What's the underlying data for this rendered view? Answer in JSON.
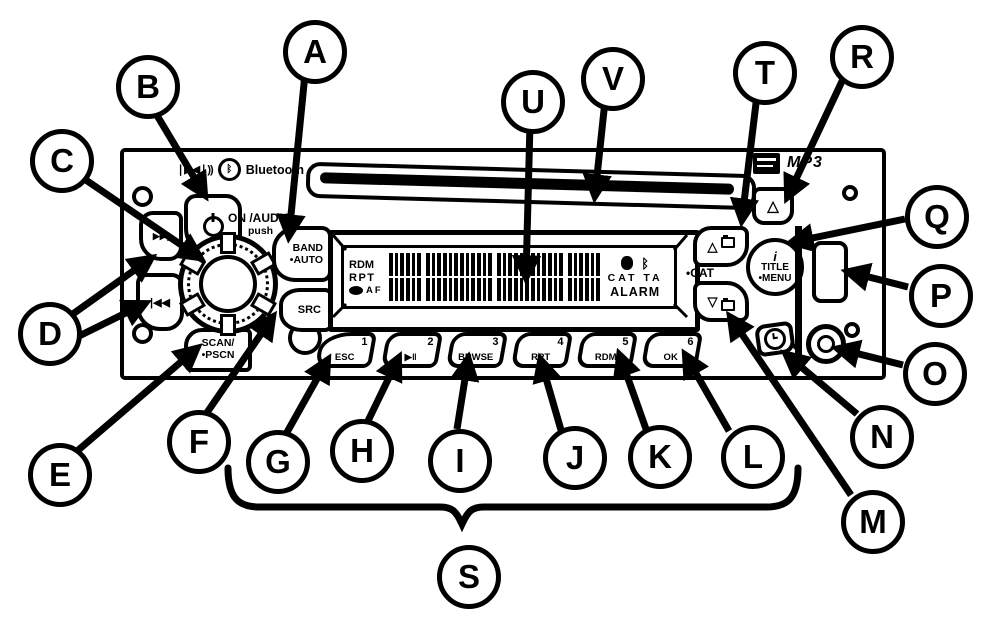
{
  "callouts": {
    "letters": [
      "A",
      "B",
      "C",
      "D",
      "E",
      "F",
      "G",
      "H",
      "I",
      "J",
      "K",
      "L",
      "M",
      "N",
      "O",
      "P",
      "Q",
      "R",
      "S",
      "T",
      "U",
      "V"
    ]
  },
  "top_left": {
    "audio_logo": "❘▶◀❘))",
    "bluetooth_symbol": "ᛒ",
    "bluetooth_label": "Bluetooth"
  },
  "knob": {
    "on_audio": "ON /AUDIO",
    "push": "push"
  },
  "left_buttons": {
    "seek_up": "▶▶|",
    "seek_down": "|◀◀",
    "scan_line1": "SCAN/",
    "scan_line2": "•PSCN"
  },
  "center_buttons": {
    "band_line1": "BAND",
    "band_line2": "•AUTO",
    "src": "SRC"
  },
  "display": {
    "rdm": "RDM",
    "rpt": "RPT",
    "af": "AF",
    "bluetooth_symbol": "ᛒ",
    "cat": "CAT",
    "ta": "TA",
    "alarm": "ALARM"
  },
  "presets": [
    {
      "num": "1",
      "label": "ESC"
    },
    {
      "num": "2",
      "label": "▶‖"
    },
    {
      "num": "3",
      "label": "BRWSE"
    },
    {
      "num": "4",
      "label": "RPT"
    },
    {
      "num": "5",
      "label": "RDM"
    },
    {
      "num": "6",
      "label": "OK"
    }
  ],
  "right_cluster": {
    "eject": "△",
    "cat_up": "△",
    "cat_down": "▽",
    "cat_label": "•CAT",
    "info": "i",
    "title": "TITLE",
    "menu": "•MENU",
    "mp3": "MP3"
  }
}
